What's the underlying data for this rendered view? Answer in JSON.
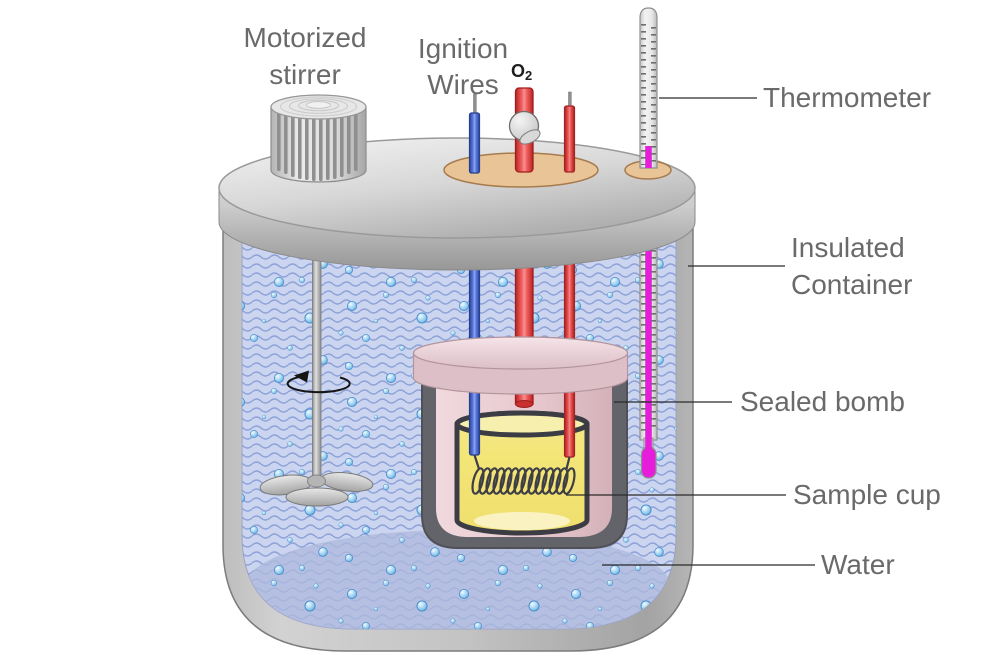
{
  "diagram": {
    "labels": {
      "motorized_stirrer": {
        "line1": "Motorized",
        "line2": "stirrer"
      },
      "ignition_wires": {
        "line1": "Ignition",
        "line2": "Wires"
      },
      "oxygen": {
        "symbol": "O",
        "subscript": "2"
      },
      "thermometer": "Thermometer",
      "insulated_container": {
        "line1": "Insulated",
        "line2": "Container"
      },
      "sealed_bomb": "Sealed bomb",
      "sample_cup": "Sample cup",
      "water": "Water"
    },
    "colors": {
      "label_text": "#6a6a6a",
      "oxygen_label": "#1f1f1f",
      "leader_line": "#2a2a2a",
      "water_fill": "#ccd5f0",
      "water_wave": "#8fa3d8",
      "droplet": "#4e9ddc",
      "thermometer_fluid": "#e71ddc",
      "oxygen_tube_red": "#e03c3c",
      "ignition_wire_blue": "#4a6bd4",
      "ignition_wire_red": "#e84545",
      "bomb_wall_gray": "#63646a",
      "bomb_interior_pink": "#e9ccd2",
      "sample_cup_yellow": "#f3e67d",
      "lid_metal_gray": "#c9c9c9",
      "port_tan": "#e7c396"
    }
  }
}
